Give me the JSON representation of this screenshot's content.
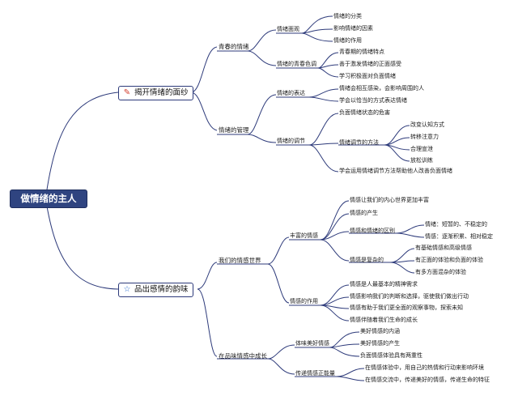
{
  "root": "做情绪的主人",
  "branch1": {
    "label": "揭开情绪的面纱",
    "icon": "pencil-icon",
    "icon_color": "#d23a2a",
    "sub1": {
      "label": "青春的情绪",
      "g1": {
        "label": "情绪面观",
        "items": [
          "情绪的分类",
          "影响情绪的因素",
          "情绪的作用"
        ]
      },
      "g2": {
        "label": "情绪的青春色调",
        "items": [
          "青春期的情绪特点",
          "善于激发情绪的正面感受",
          "学习积极面对负面情绪"
        ]
      }
    },
    "sub2": {
      "label": "情绪的管理",
      "g1": {
        "label": "情绪的表达",
        "items": [
          "情绪会相互感染，会影响周围的人",
          "学会以恰当的方式表达情绪"
        ]
      },
      "g2": {
        "label": "情绪的调节",
        "top": "负面情绪状态的危害",
        "method": {
          "label": "情绪调节的方法",
          "items": [
            "改变认知方式",
            "转移注意力",
            "合理宣泄",
            "放松训练"
          ]
        },
        "bottom": "学会运用情绪调节方法帮助他人改善负面情绪"
      }
    }
  },
  "branch2": {
    "label": "品出感情的韵味",
    "icon": "star-icon",
    "icon_color": "#2f6fd0",
    "sub1": {
      "label": "我们的情感世界",
      "g1": {
        "label": "丰富的情感",
        "a": "情感让我们的内心世界更加丰富",
        "b": "情感的产生",
        "diff": {
          "label": "情感和情绪的区别",
          "items": [
            "情绪：短暂的、不稳定的",
            "情感：逐渐积累、相对稳定"
          ]
        },
        "complex": {
          "label": "情感是复杂的",
          "items": [
            "有基础情感和高级情感",
            "有正面的体验和负面的体验",
            "有多方面混杂的体验"
          ]
        }
      },
      "g2": {
        "label": "情感的作用",
        "items": [
          "情感是人最基本的精神需求",
          "情感影响我们的判断和选择，驱使我们做出行动",
          "情感有助于我们更全面的观察事物，探索未知",
          "情感伴随着我们生命的成长"
        ]
      }
    },
    "sub2": {
      "label": "在品味情感中成长",
      "g1": {
        "label": "体味美好情感",
        "items": [
          "美好情感的内涵",
          "美好情感的产生",
          "负面情感体验具有两重性"
        ]
      },
      "g2": {
        "label": "传递情感正能量",
        "items": [
          "在情感体验中，用自己的热情和行动来影响环境",
          "在情感交流中，传递美好的情感，传递生命的特征"
        ]
      }
    }
  }
}
